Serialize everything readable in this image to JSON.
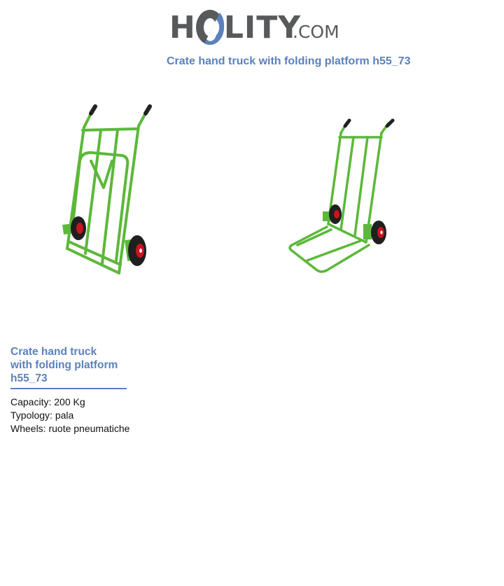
{
  "header": {
    "logo": {
      "text_main_left": "H",
      "text_main_right": "LITY",
      "text_suffix": ".COM",
      "colors": {
        "grey": "#58595b",
        "blue": "#5b81bc"
      }
    },
    "title": "Crate hand truck with folding platform h55_73"
  },
  "images": [
    {
      "name": "hand-truck-platform-folded",
      "frame_color": "#5cb83a",
      "wheel_color": "#c8141e"
    },
    {
      "name": "hand-truck-platform-unfolded",
      "frame_color": "#5cb83a",
      "wheel_color": "#c8141e"
    }
  ],
  "product": {
    "name_lines": [
      "Crate hand truck",
      "with folding platform",
      "h55_73"
    ],
    "specs": [
      {
        "label": "Capacity:",
        "value": "200 Kg"
      },
      {
        "label": "Typology:",
        "value": "pala"
      },
      {
        "label": "Wheels:",
        "value": "ruote pneumatiche"
      }
    ]
  },
  "colors": {
    "accent": "#5b81bc",
    "text": "#111111"
  }
}
